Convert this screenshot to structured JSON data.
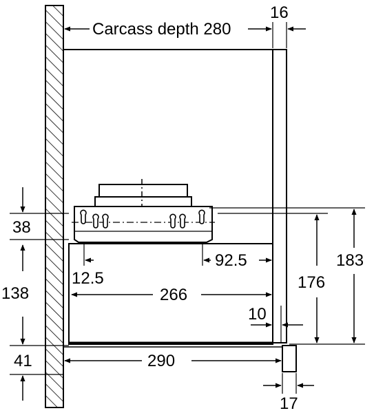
{
  "diagram": {
    "labels": {
      "carcass_depth": "Carcass depth 280",
      "top_gap": "16",
      "upper_offset": "38",
      "body_height_left": "138",
      "front_panel_height": "41",
      "duct_offset": "12.5",
      "duct_offset_right": "92.5",
      "body_depth": "266",
      "rear_gap": "10",
      "total_depth": "290",
      "panel_thickness": "17",
      "height_176": "176",
      "height_183": "183"
    },
    "colors": {
      "line": "#000000",
      "background": "#ffffff"
    }
  }
}
